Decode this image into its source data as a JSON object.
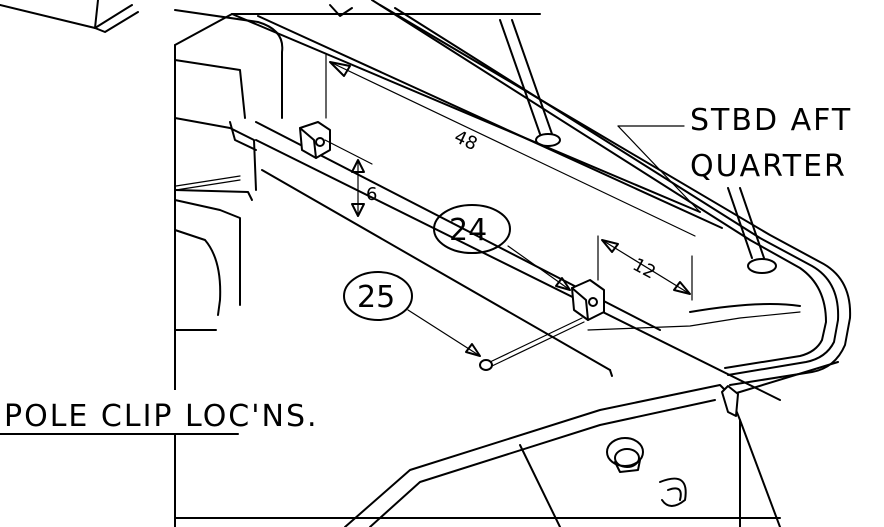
{
  "labels": {
    "location": [
      "STBD AFT",
      "QUARTER"
    ],
    "title": "POLE CLIP LOC'NS."
  },
  "callouts": {
    "clip": "24",
    "screw": "25"
  },
  "dimensions": {
    "span": "48",
    "drop": "6",
    "offset": "12"
  }
}
